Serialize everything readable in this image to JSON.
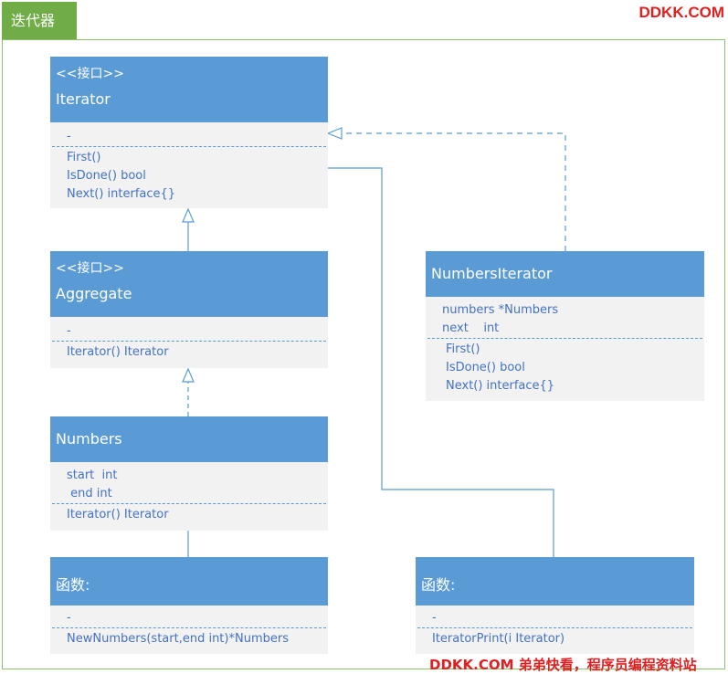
{
  "tab_label": "迭代器",
  "brand": "DDKK.COM",
  "footer": "DDKK.COM 弟弟快看，程序员编程资料站",
  "colors": {
    "header": "#5b9bd5",
    "body": "#f2f2f2",
    "member_text": "#4472c4",
    "frame": "#8dc06a",
    "tab": "#70ad47"
  },
  "boxes": {
    "iterator": {
      "stereotype": "<<接口>>",
      "name": "Iterator",
      "attrs": [
        "-"
      ],
      "methods": [
        "First()",
        "IsDone() bool",
        "Next() interface{}"
      ]
    },
    "aggregate": {
      "stereotype": "<<接口>>",
      "name": "Aggregate",
      "attrs": [
        "-"
      ],
      "methods": [
        "Iterator() Iterator"
      ]
    },
    "numbers": {
      "name": "Numbers",
      "attrs": [
        "start  int",
        " end int"
      ],
      "methods": [
        "Iterator() Iterator"
      ]
    },
    "funcs_left": {
      "name": "函数:",
      "attrs": [
        "-"
      ],
      "methods": [
        "NewNumbers(start,end int)*Numbers"
      ]
    },
    "numbers_iterator": {
      "name": "NumbersIterator",
      "attrs": [
        "numbers *Numbers",
        "next    int"
      ],
      "methods": [
        "First()",
        "IsDone() bool",
        "Next() interface{}"
      ]
    },
    "funcs_right": {
      "name": "函数:",
      "attrs": [
        "-"
      ],
      "methods": [
        "IteratorPrint(i Iterator)"
      ]
    }
  }
}
